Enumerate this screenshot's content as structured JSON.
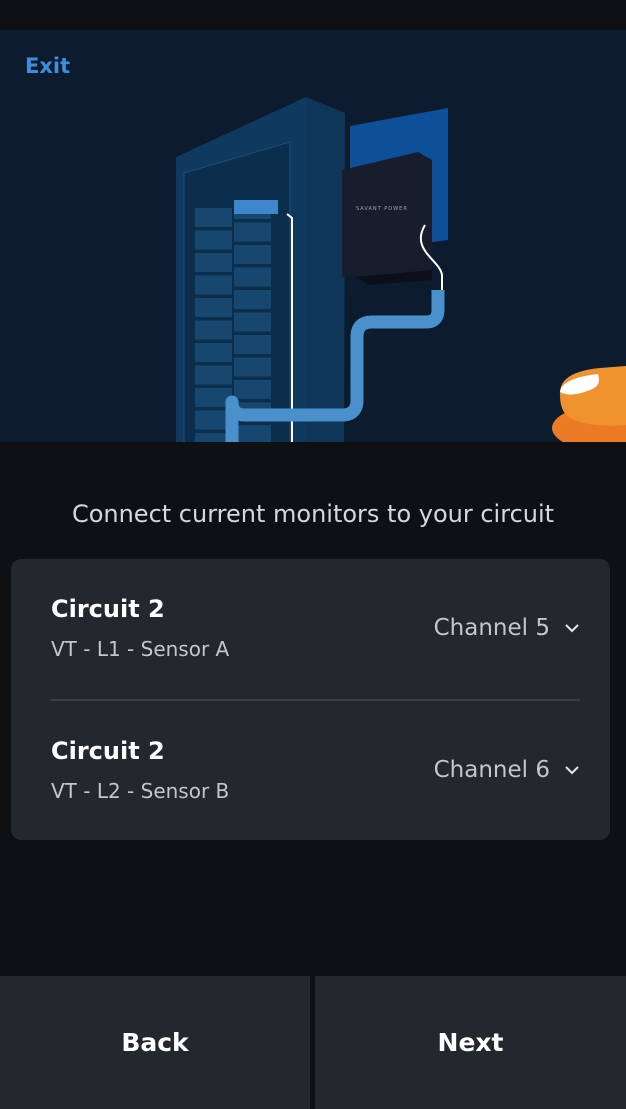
{
  "header": {
    "exit_label": "Exit"
  },
  "illustration": {
    "logo_text": "SAVANT POWER"
  },
  "prompt": "Connect current monitors to your circuit",
  "circuits": [
    {
      "title": "Circuit 2",
      "subtitle": "VT - L1 - Sensor A",
      "channel": "Channel 5"
    },
    {
      "title": "Circuit 2",
      "subtitle": "VT - L2 - Sensor B",
      "channel": "Channel 6"
    }
  ],
  "footer": {
    "back_label": "Back",
    "next_label": "Next"
  },
  "colors": {
    "accent": "#3b8fe0",
    "card": "#23272e",
    "hero_bg": "#0c1b2d",
    "orange": "#f0932e"
  }
}
